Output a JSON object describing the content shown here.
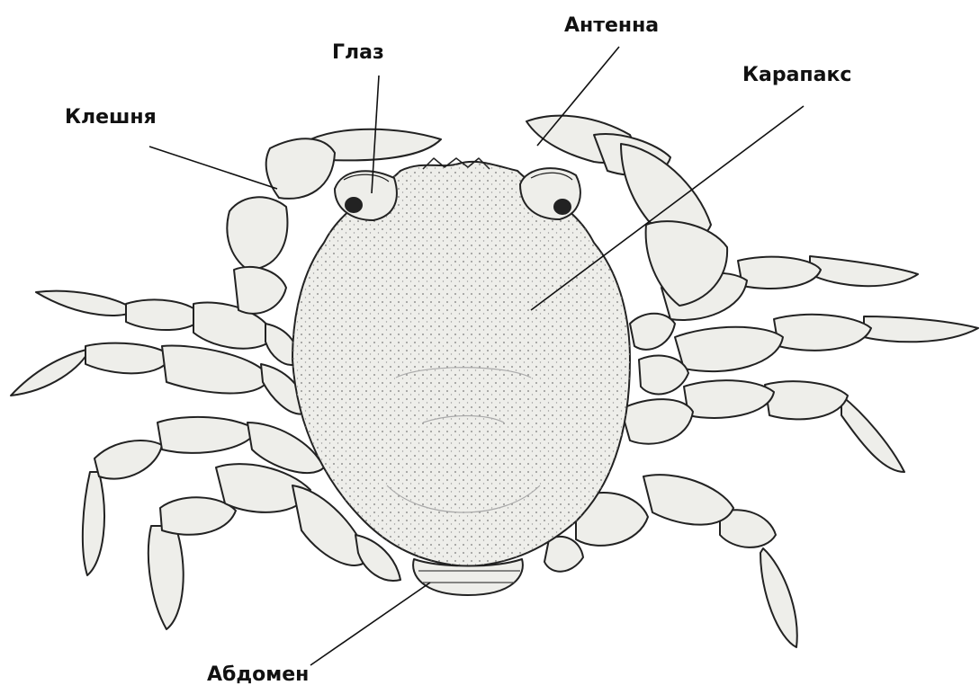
{
  "labels": {
    "antenna": "Антенна",
    "eye": "Глаз",
    "carapace": "Карапакс",
    "claw": "Клешня",
    "abdomen": "Абдомен"
  },
  "colors": {
    "ink": "#111111",
    "body": "#eeeeea",
    "shade": "#cfcfc8"
  }
}
